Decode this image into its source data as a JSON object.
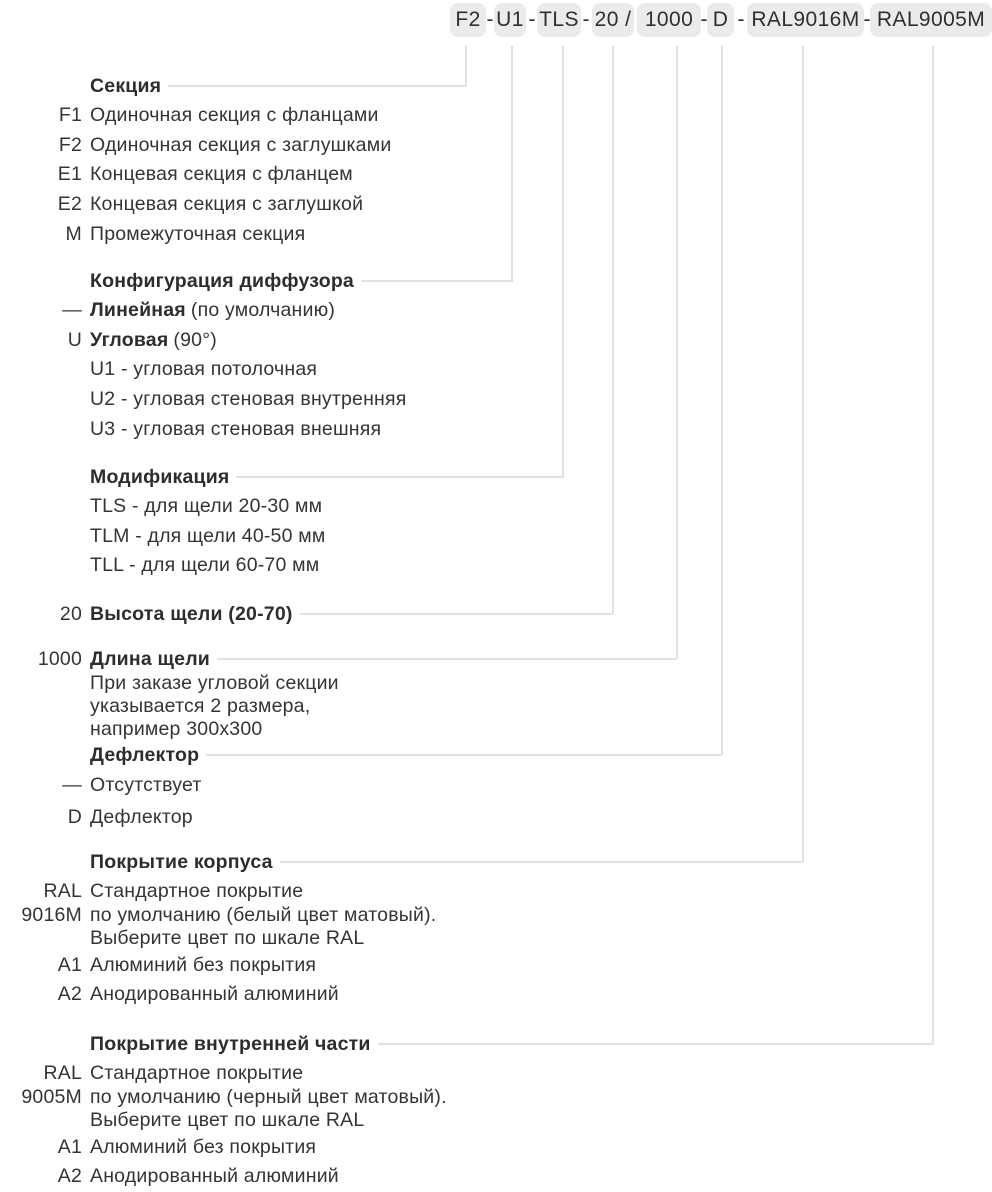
{
  "code_bar": {
    "separator": "-",
    "segments": [
      "F2",
      "U1",
      "TLS",
      "20 /",
      "1000",
      "D",
      "RAL9016M",
      "RAL9005M"
    ]
  },
  "sections": [
    {
      "title": "Секция",
      "items": [
        {
          "code": "F1",
          "text": "Одиночная секция с фланцами"
        },
        {
          "code": "F2",
          "text": "Одиночная секция с заглушками"
        },
        {
          "code": "E1",
          "text": "Концевая секция с фланцем"
        },
        {
          "code": "E2",
          "text": "Концевая секция с заглушкой"
        },
        {
          "code": "M",
          "text": "Промежуточная секция"
        }
      ]
    },
    {
      "title": "Конфигурация диффузора",
      "items": [
        {
          "code": "—",
          "bold": "Линейная",
          "text": "(по умолчанию)"
        },
        {
          "code": "U",
          "bold": "Угловая",
          "text": "(90°)"
        },
        {
          "code": "",
          "text": "U1 - угловая потолочная"
        },
        {
          "code": "",
          "text": "U2 - угловая стеновая внутренняя"
        },
        {
          "code": "",
          "text": "U3 - угловая стеновая внешняя"
        }
      ]
    },
    {
      "title": "Модификация",
      "items": [
        {
          "code": "",
          "text": "TLS -  для щели 20-30 мм"
        },
        {
          "code": "",
          "text": "TLM -  для щели 40-50 мм"
        },
        {
          "code": "",
          "text": "TLL -  для щели 60-70 мм"
        }
      ]
    },
    {
      "code": "20",
      "title": "Высота щели (20-70)"
    },
    {
      "code": "1000",
      "title": "Длина щели",
      "note": [
        "При заказе угловой секции",
        "указывается 2 размера,",
        "например 300x300"
      ]
    },
    {
      "title": "Дефлектор",
      "items": [
        {
          "code": "—",
          "text": "Отсутствует"
        },
        {
          "code": "D",
          "text": "Дефлектор"
        }
      ]
    },
    {
      "title": "Покрытие корпуса",
      "code_lines": [
        "RAL",
        "9016M"
      ],
      "desc": [
        "Стандартное покрытие",
        "по умолчанию (белый цвет матовый).",
        "Выберите цвет по шкале RAL"
      ],
      "items": [
        {
          "code": "A1",
          "text": "Алюминий без покрытия"
        },
        {
          "code": "A2",
          "text": "Анодированный алюминий"
        }
      ]
    },
    {
      "title": "Покрытие внутренней части",
      "code_lines": [
        "RAL",
        "9005M"
      ],
      "desc": [
        "Стандартное покрытие",
        "по умолчанию (черный цвет матовый).",
        "Выберите цвет по шкале RAL"
      ],
      "items": [
        {
          "code": "A1",
          "text": "Алюминий без покрытия"
        },
        {
          "code": "A2",
          "text": "Анодированный алюминий"
        }
      ]
    }
  ],
  "colors": {
    "box_bg": "#ebebeb",
    "text": "#343434",
    "line": "#e2e2e2"
  }
}
